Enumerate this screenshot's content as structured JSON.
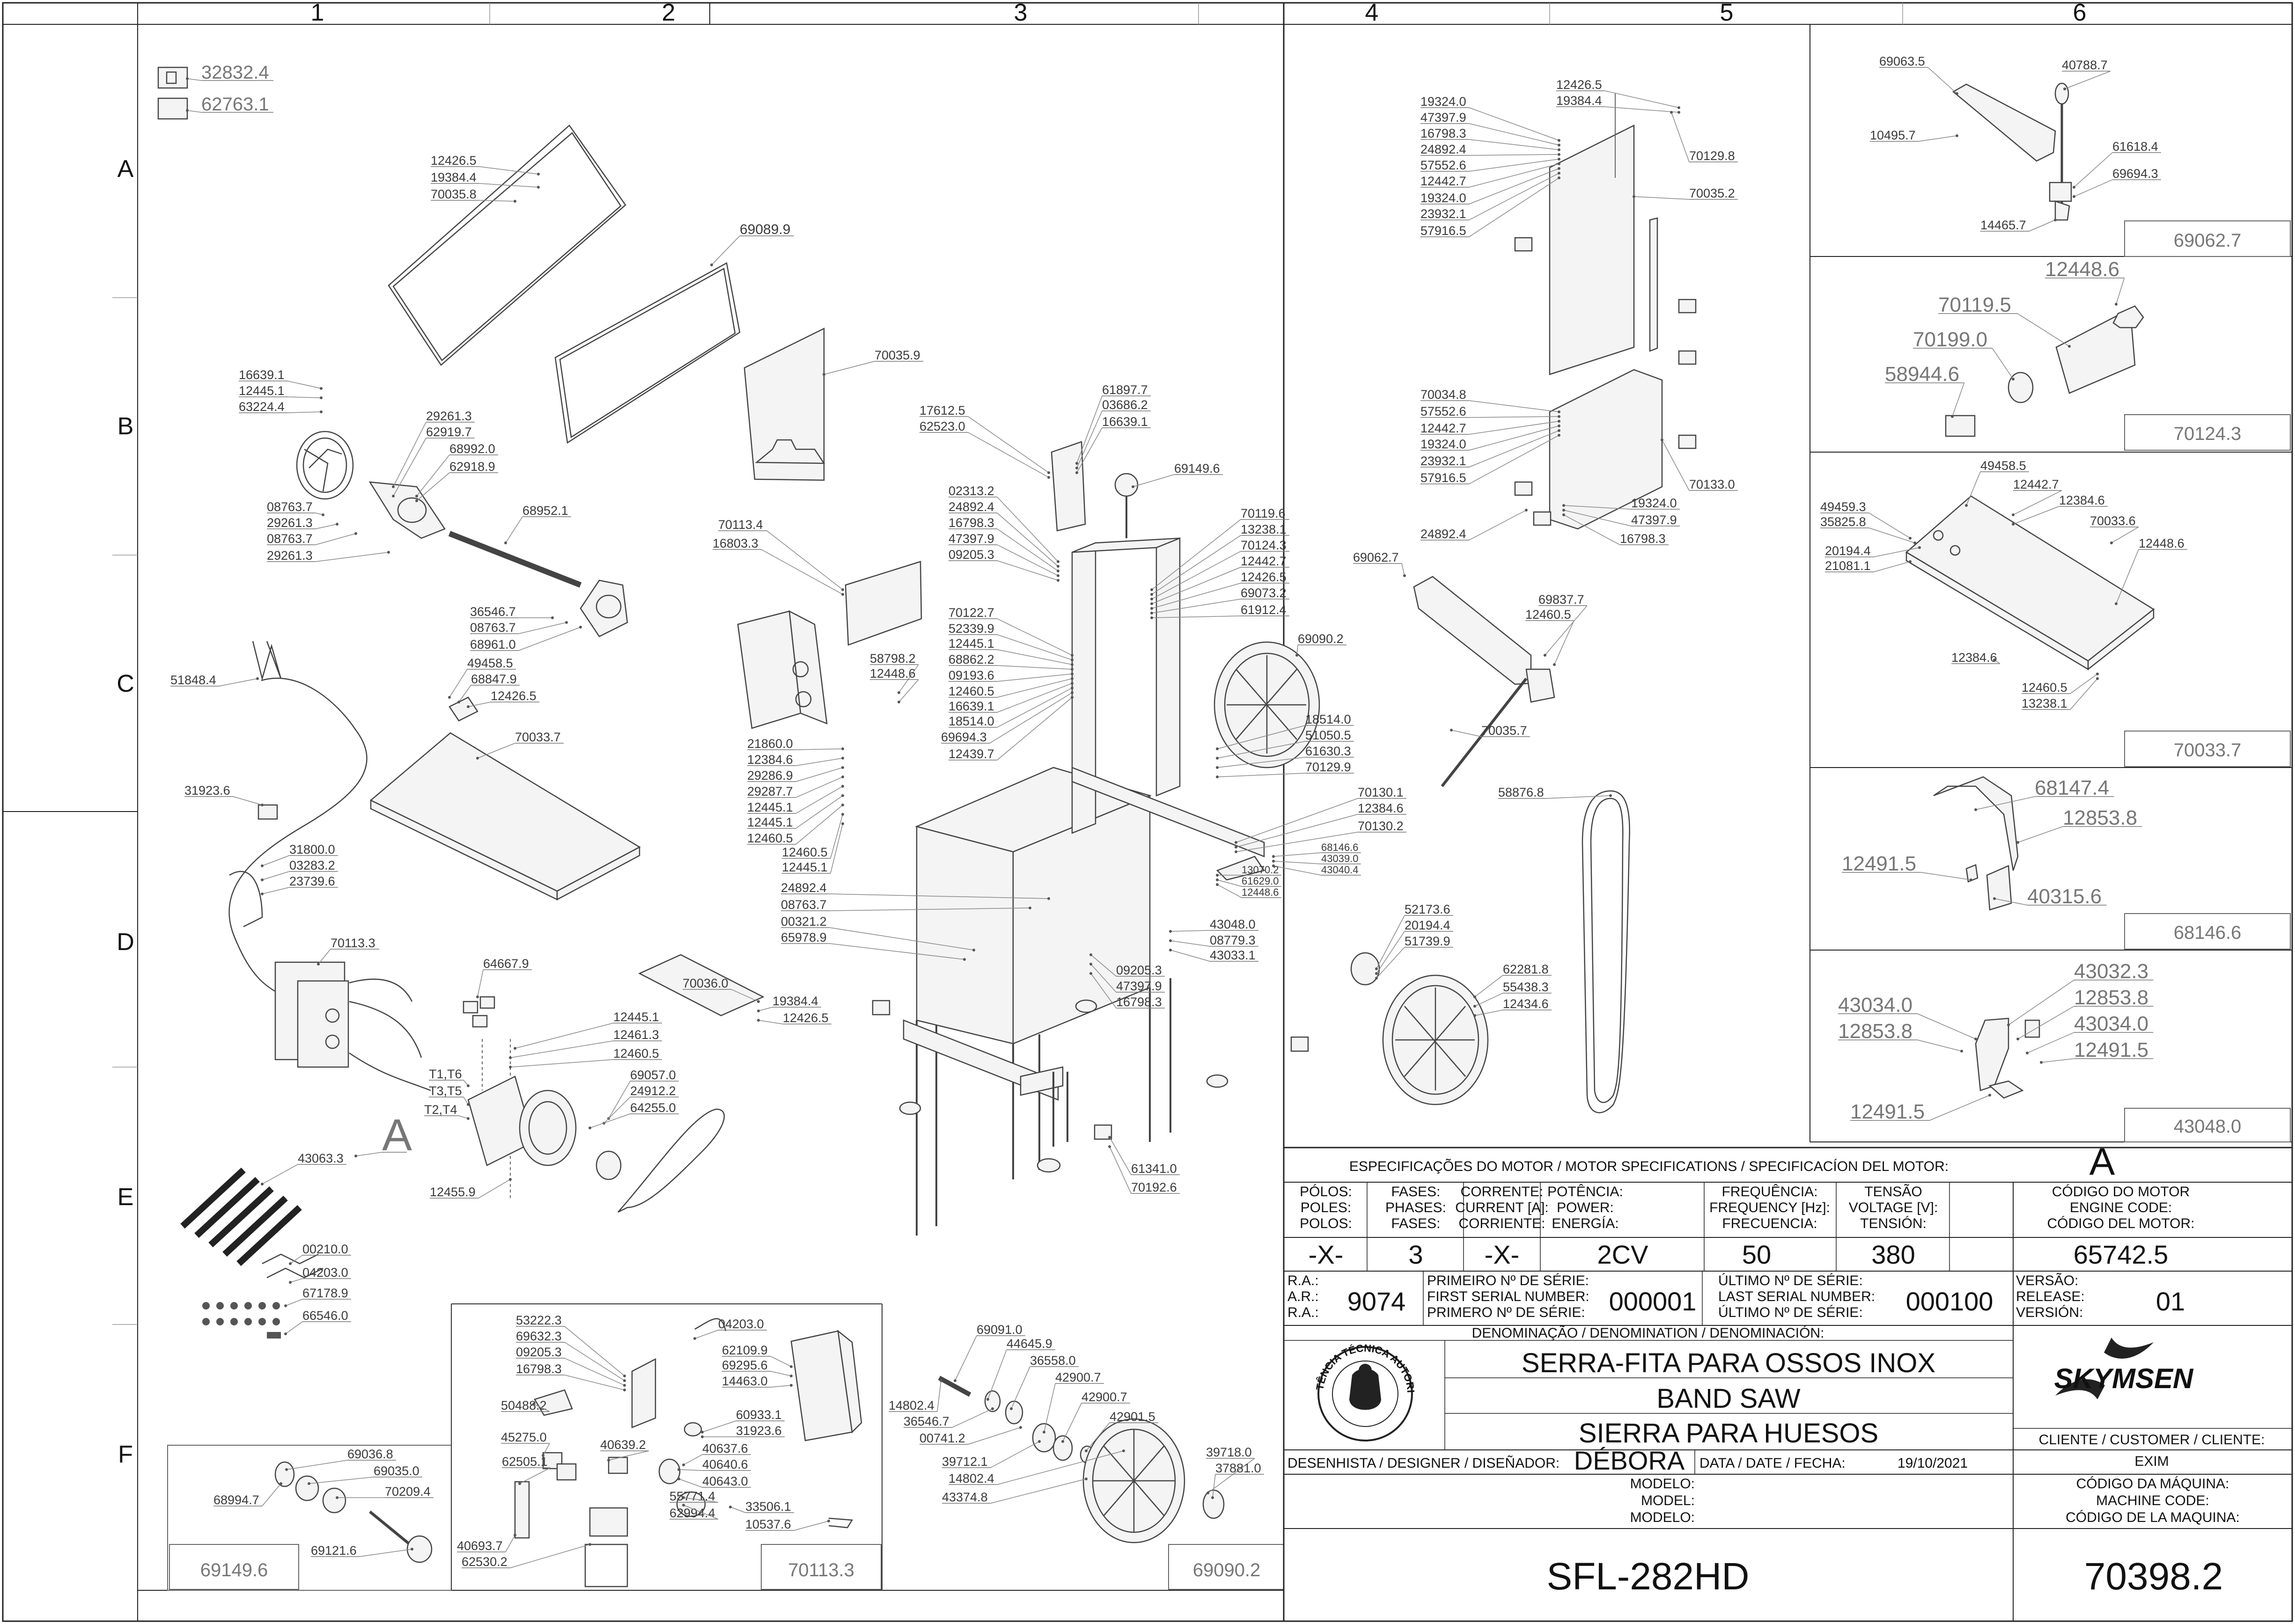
{
  "grid": {
    "columns": [
      "1",
      "2",
      "3",
      "4",
      "5",
      "6"
    ],
    "rows": [
      "A",
      "B",
      "C",
      "D",
      "E",
      "F"
    ]
  },
  "parts": {
    "p1": [
      "32832.4",
      "62763.1",
      "12426.5",
      "19384.4",
      "70035.8",
      "69089.9",
      "16639.1",
      "12445.1",
      "63224.4",
      "29261.3",
      "62919.7",
      "68992.0",
      "62918.9",
      "08763.7",
      "29261.3",
      "08763.7",
      "29261.3",
      "68952.1",
      "36546.7",
      "08763.7",
      "68961.0",
      "49458.5",
      "68847.9",
      "12426.5",
      "70033.7",
      "51848.4",
      "31923.6",
      "31800.0",
      "03283.2",
      "23739.6",
      "70113.3",
      "64667.9",
      "12445.1",
      "12461.3",
      "12460.5",
      "69057.0",
      "24912.2",
      "64255.0",
      "T1,T6",
      "T3,T5",
      "T2,T4",
      "A",
      "12455.9",
      "43063.3",
      "00210.0",
      "04203.0",
      "67178.9",
      "66546.0"
    ],
    "p3": [
      "70035.9",
      "17612.5",
      "62523.0",
      "61897.7",
      "03686.2",
      "16639.1",
      "69149.6",
      "02313.2",
      "24892.4",
      "16798.3",
      "47397.9",
      "09205.3",
      "70113.4",
      "16803.3",
      "70119.6",
      "13238.1",
      "70124.3",
      "12442.7",
      "12426.5",
      "69073.2",
      "61912.4",
      "70122.7",
      "52339.9",
      "12445.1",
      "68862.2",
      "09193.6",
      "12460.5",
      "16639.1",
      "18514.0",
      "69694.3",
      "12439.7",
      "69090.2",
      "58798.2",
      "12448.6",
      "21860.0",
      "12384.6",
      "29286.9",
      "29287.7",
      "12445.1",
      "12445.1",
      "12460.5",
      "12460.5",
      "12445.1",
      "18514.0",
      "51050.5",
      "61630.3",
      "70129.9",
      "70130.1",
      "12384.6",
      "70130.2",
      "68146.6",
      "43039.0",
      "43040.4",
      "13070.2",
      "61629.0",
      "12448.6",
      "24892.4",
      "08763.7",
      "00321.2",
      "65978.9",
      "43048.0",
      "08779.3",
      "43033.1",
      "09205.3",
      "47397.9",
      "16798.3",
      "70036.0",
      "19384.4",
      "12426.5",
      "61341.0",
      "70192.6"
    ],
    "p45": [
      "12426.5",
      "19384.4",
      "19324.0",
      "47397.9",
      "16798.3",
      "24892.4",
      "57552.6",
      "12442.7",
      "19324.0",
      "23932.1",
      "57916.5",
      "70129.8",
      "70035.2",
      "70034.8",
      "57552.6",
      "12442.7",
      "19324.0",
      "23932.1",
      "57916.5",
      "70133.0",
      "19324.0",
      "47397.9",
      "16798.3",
      "24892.4",
      "69062.7",
      "69837.7",
      "12460.5",
      "70035.7",
      "58876.8",
      "52173.6",
      "20194.4",
      "51739.9",
      "62281.8",
      "55438.3",
      "12434.6"
    ],
    "p6a": [
      "69063.5",
      "40788.7",
      "10495.7",
      "61618.4",
      "69694.3",
      "14465.7"
    ],
    "p6b": [
      "12448.6",
      "70119.5",
      "70199.0",
      "58944.6"
    ],
    "p6c": [
      "49458.5",
      "12442.7",
      "12384.6",
      "49459.3",
      "35825.8",
      "70033.6",
      "20194.4",
      "21081.1",
      "12448.6",
      "12384.6",
      "12460.5",
      "13238.1"
    ],
    "p6d": [
      "68147.4",
      "12853.8",
      "12491.5",
      "40315.6"
    ],
    "p6e": [
      "43032.3",
      "12853.8",
      "43034.0",
      "12853.8",
      "43034.0",
      "12491.5",
      "12491.5"
    ],
    "pF2": [
      "53222.3",
      "69632.3",
      "09205.3",
      "16798.3",
      "04203.0",
      "62109.9",
      "69295.6",
      "14463.0",
      "50488.2",
      "60933.1",
      "31923.6",
      "45275.0",
      "40639.2",
      "40637.6",
      "62505.1",
      "40640.6",
      "40643.0",
      "55771.4",
      "33506.1",
      "62994.4",
      "10537.6",
      "40693.7",
      "62530.2"
    ],
    "pF1": [
      "69036.8",
      "69035.0",
      "68994.7",
      "70209.4",
      "69121.6"
    ],
    "pF3": [
      "69091.0",
      "44645.9",
      "36558.0",
      "14802.4",
      "36546.7",
      "42900.7",
      "00741.2",
      "42900.7",
      "39712.1",
      "42901.5",
      "14802.4",
      "39718.0",
      "37881.0",
      "43374.8"
    ]
  },
  "sub_titles": {
    "t6a": "69062.7",
    "t6b": "70124.3",
    "t6c": "70033.7",
    "t6d": "68146.6",
    "t6e": "43048.0",
    "tF1": "69149.6",
    "tF2": "70113.3",
    "tF3": "69090.2"
  },
  "titleblock": {
    "motor_header": "ESPECIFICAÇÕES DO MOTOR / MOTOR SPECIFICATIONS / SPECIFICACÍON DEL MOTOR:",
    "motor_letter": "A",
    "h_poles": [
      "PÓLOS:",
      "POLES:",
      "POLOS:"
    ],
    "h_phases": [
      "FASES:",
      "PHASES:",
      "FASES:"
    ],
    "h_current": [
      "CORRENTE:",
      "CURRENT [A]:",
      "CORRIENTE:"
    ],
    "h_power": [
      "POTÊNCIA:",
      "POWER:",
      "ENERGÍA:"
    ],
    "h_freq": [
      "FREQUÊNCIA:",
      "FREQUENCY [Hz]:",
      "FRECUENCIA:"
    ],
    "h_volt": [
      "TENSÃO",
      "VOLTAGE [V]:",
      "TENSIÓN:"
    ],
    "h_code": [
      "CÓDIGO DO MOTOR",
      "ENGINE CODE:",
      "CÓDIGO DEL MOTOR:"
    ],
    "v_poles": "-X-",
    "v_phases": "3",
    "v_current": "-X-",
    "v_power": "2CV",
    "v_freq": "50",
    "v_volt": "380",
    "v_code": "65742.5",
    "ra_labels": [
      "R.A.:",
      "A.R.:",
      "R.A.:"
    ],
    "ra_value": "9074",
    "first_serial_labels": [
      "PRIMEIRO Nº DE SÉRIE:",
      "FIRST SERIAL NUMBER:",
      "PRIMERO Nº DE SÉRIE:"
    ],
    "first_serial": "000001",
    "last_serial_labels": [
      "ÚLTIMO Nº DE SÉRIE:",
      "LAST SERIAL NUMBER:",
      "ÚLTIMO Nº DE SÉRIE:"
    ],
    "last_serial": "000100",
    "version_labels": [
      "VERSÃO:",
      "RELEASE:",
      "VERSIÓN:"
    ],
    "version": "01",
    "denomination_label": "DENOMINAÇÃO / DENOMINATION / DENOMINACIÓN:",
    "name_pt": "SERRA-FITA PARA OSSOS INOX",
    "name_en": "BAND SAW",
    "name_es": "SIERRA PARA HUESOS",
    "logo_text": "SKYMSEN",
    "seal_text": "ASSISTÊNCIA TÉCNICA AUTORIZADA",
    "client_label": "CLIENTE / CUSTOMER / CLIENTE:",
    "client": "EXIM",
    "designer_label": "DESENHISTA / DESIGNER / DISEÑADOR:",
    "designer": "DÉBORA",
    "date_label": "DATA / DATE / FECHA:",
    "date": "19/10/2021",
    "model_labels": [
      "MODELO:",
      "MODEL:",
      "MODELO:"
    ],
    "machine_code_labels": [
      "CÓDIGO DA MÁQUINA:",
      "MACHINE CODE:",
      "CÓDIGO DE LA MAQUINA:"
    ],
    "model": "SFL-282HD",
    "machine_code": "70398.2"
  }
}
